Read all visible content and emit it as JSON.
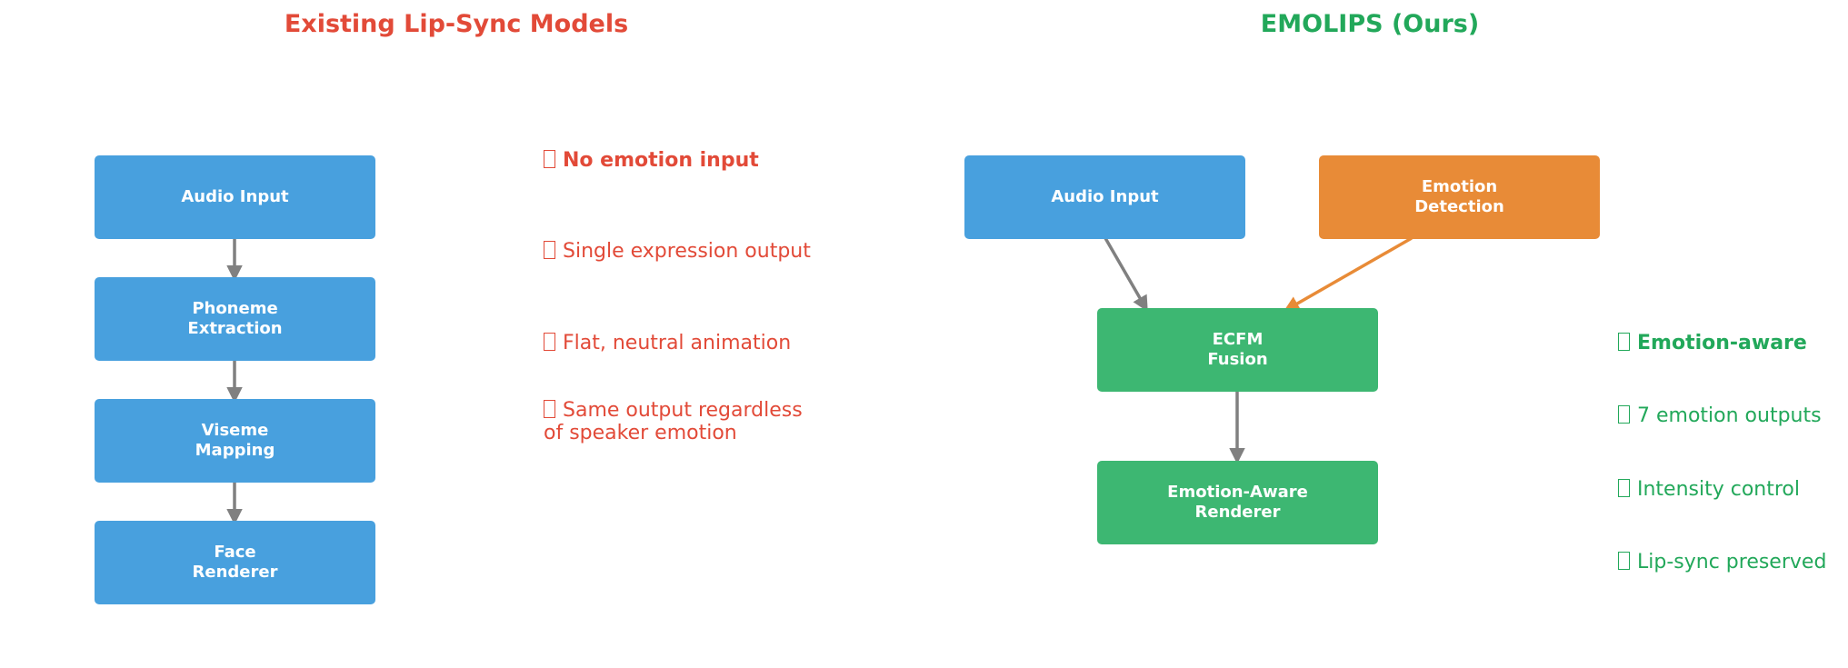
{
  "left_panel": {
    "title": "Existing Lip-Sync Models",
    "title_color": "#e24a38",
    "steps": [
      {
        "label": "Audio Input"
      },
      {
        "label": "Phoneme\nExtraction"
      },
      {
        "label": "Viseme\nMapping"
      },
      {
        "label": "Face\nRenderer"
      }
    ],
    "notes": [
      {
        "text": "No emotion input"
      },
      {
        "text": "Single expression output"
      },
      {
        "text": "Flat, neutral animation"
      },
      {
        "text": "Same output regardless\n     of speaker emotion"
      }
    ],
    "note_color": "#e24a38",
    "note_glyph": "missing-glyph-box"
  },
  "right_panel": {
    "title": "EMOLIPS (Ours)",
    "title_color": "#22a85a",
    "nodes": {
      "audio": {
        "label": "Audio Input"
      },
      "emotion": {
        "label": "Emotion\nDetection"
      },
      "fusion": {
        "label": "ECFM\nFusion"
      },
      "renderer": {
        "label": "Emotion-Aware\nRenderer"
      }
    },
    "notes": [
      {
        "text": "Emotion-aware"
      },
      {
        "text": "7 emotion outputs"
      },
      {
        "text": "Intensity control"
      },
      {
        "text": "Lip-sync preserved"
      }
    ],
    "note_color": "#22a85a",
    "note_glyph": "missing-glyph-box"
  },
  "colors": {
    "audio_box": "#48a0de",
    "emotion_box": "#e88b37",
    "fusion_box": "#3db772",
    "arrow_gray": "#808080",
    "arrow_orange": "#e88b37"
  }
}
